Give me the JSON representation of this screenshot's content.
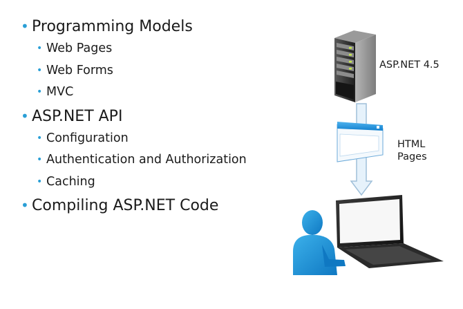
{
  "outline": [
    {
      "text": "Programming Models",
      "children": [
        "Web Pages",
        "Web Forms",
        "MVC"
      ]
    },
    {
      "text": "ASP.NET API",
      "children": [
        "Configuration",
        "Authentication and Authorization",
        "Caching"
      ]
    },
    {
      "text": "Compiling ASP.NET Code",
      "children": []
    }
  ],
  "diagram": {
    "server_label": "ASP.NET 4.5",
    "page_label_line1": "HTML",
    "page_label_line2": "Pages"
  },
  "colors": {
    "bullet": "#2a9fd6",
    "arrow_fill": "#e6f2fb",
    "arrow_stroke": "#9fbfd9",
    "person": "#1f8fd6",
    "server_dark": "#2c2c2c",
    "server_light": "#8a8a8a",
    "laptop": "#1e1e1e",
    "browser_bar": "#1e8fd8"
  },
  "icons": [
    "bullet-icon",
    "server-icon",
    "web-page-icon",
    "arrow-down-icon",
    "user-icon",
    "laptop-icon"
  ]
}
